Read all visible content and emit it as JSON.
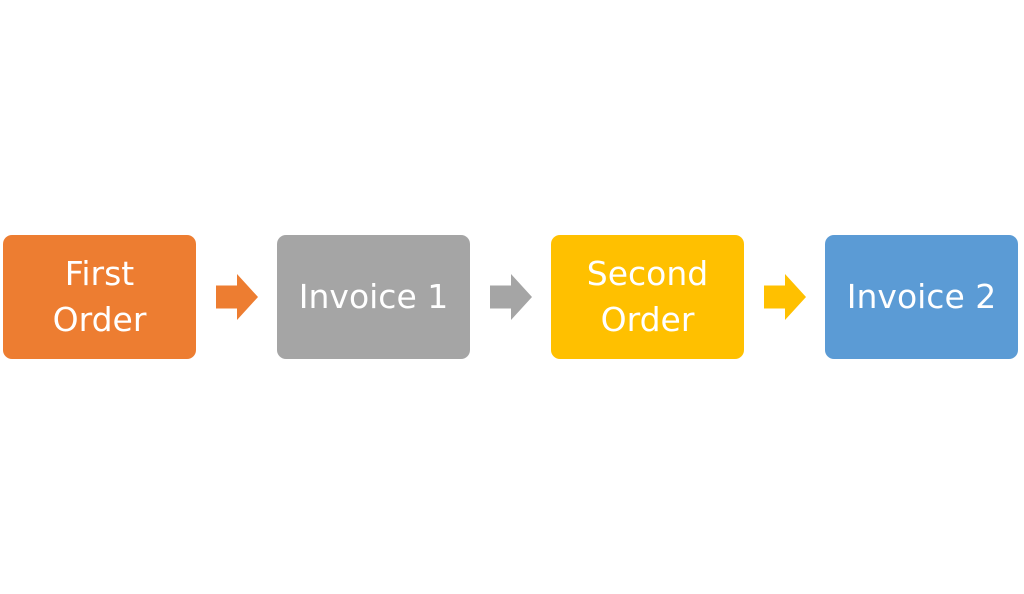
{
  "flow": {
    "steps": [
      {
        "label": "First Order",
        "color": "#ED7D31"
      },
      {
        "label": "Invoice 1",
        "color": "#A5A5A5"
      },
      {
        "label": "Second Order",
        "color": "#FFC000"
      },
      {
        "label": "Invoice 2",
        "color": "#5B9BD5"
      }
    ],
    "arrows": [
      {
        "icon": "arrow-right-icon",
        "color": "#ED7D31"
      },
      {
        "icon": "arrow-right-icon",
        "color": "#A5A5A5"
      },
      {
        "icon": "arrow-right-icon",
        "color": "#FFC000"
      }
    ]
  }
}
